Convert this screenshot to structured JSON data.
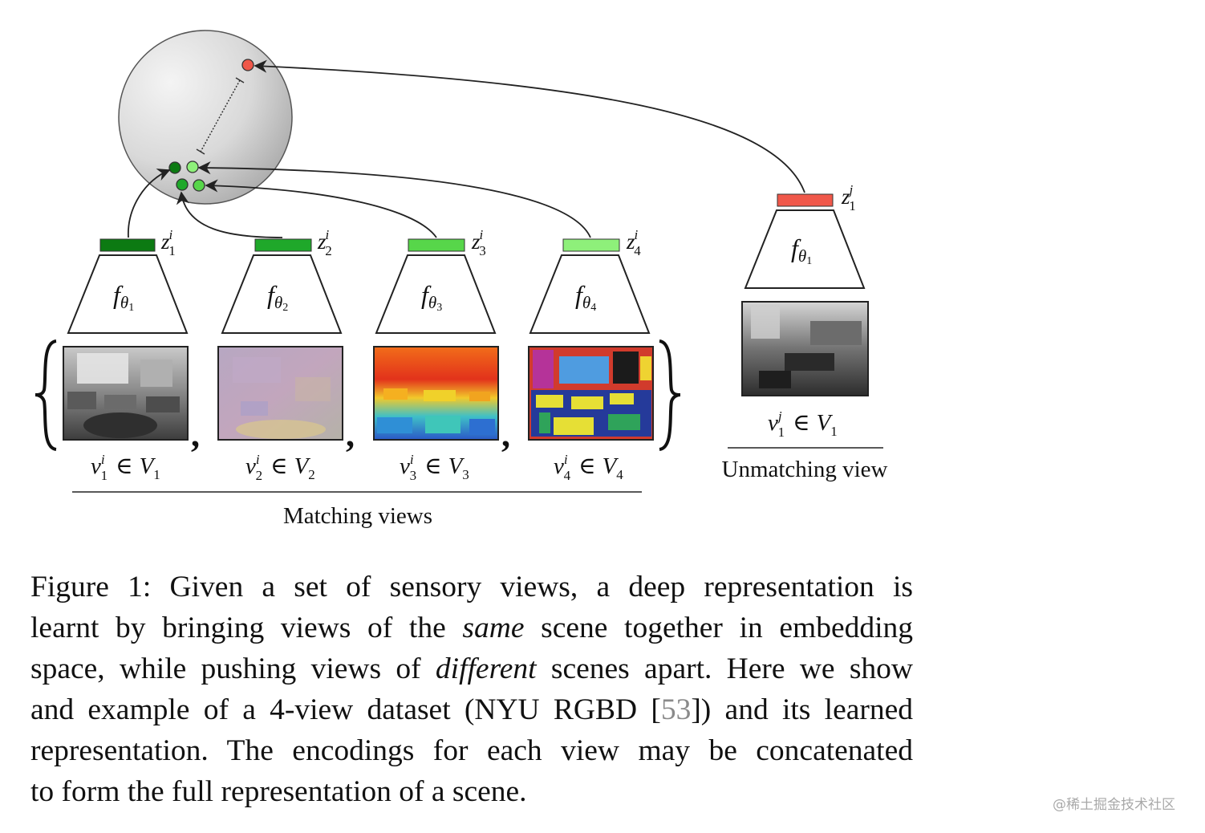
{
  "figure": {
    "encoders": [
      {
        "label": "f",
        "sub": "θ",
        "subsub": "1",
        "z": "z",
        "zsup": "i",
        "zsub": "1",
        "color": "#0c7a12"
      },
      {
        "label": "f",
        "sub": "θ",
        "subsub": "2",
        "z": "z",
        "zsup": "i",
        "zsub": "2",
        "color": "#1fa82a"
      },
      {
        "label": "f",
        "sub": "θ",
        "subsub": "3",
        "z": "z",
        "zsup": "i",
        "zsub": "3",
        "color": "#57d64a"
      },
      {
        "label": "f",
        "sub": "θ",
        "subsub": "4",
        "z": "z",
        "zsup": "i",
        "zsub": "4",
        "color": "#8ef07a"
      }
    ],
    "unmatching_encoder": {
      "label": "f",
      "sub": "θ",
      "subsub": "1",
      "z": "z",
      "zsup": "j",
      "zsub": "1",
      "color": "#f0584a"
    },
    "views": [
      {
        "v": "v",
        "vsup": "i",
        "vsub": "1",
        "rel": "∈",
        "set": "V",
        "setsub": "1",
        "image": "grayscale classroom photo"
      },
      {
        "v": "v",
        "vsup": "i",
        "vsub": "2",
        "rel": "∈",
        "set": "V",
        "setsub": "2",
        "image": "surface normals map"
      },
      {
        "v": "v",
        "vsup": "i",
        "vsub": "3",
        "rel": "∈",
        "set": "V",
        "setsub": "3",
        "image": "depth map"
      },
      {
        "v": "v",
        "vsup": "i",
        "vsub": "4",
        "rel": "∈",
        "set": "V",
        "setsub": "4",
        "image": "semantic segmentation"
      }
    ],
    "unmatching_view": {
      "v": "v",
      "vsup": "j",
      "vsub": "1",
      "rel": "∈",
      "set": "V",
      "setsub": "1",
      "image": "grayscale living room photo"
    },
    "comma": ",",
    "matching_label": "Matching views",
    "unmatching_label": "Unmatching view",
    "colors": {
      "sphere_light": "#f2f2f2",
      "sphere_dark": "#a9a9a9",
      "unmatching_point": "#f0584a",
      "edge": "#222222"
    }
  },
  "caption": {
    "figure_label": "Figure 1:",
    "line1_rest": "Given a set of sensory views, a deep representation is",
    "line2_a": "learnt by bringing views of the",
    "line2_em": "same",
    "line2_b": "scene together in embedding",
    "line3_a": "space, while pushing views of",
    "line3_em": "different",
    "line3_b": "scenes apart. Here we show",
    "line4_a": "and example of a 4-view dataset (NYU RGBD [",
    "line4_cite": "53",
    "line4_b": "]) and its learned",
    "line5": "representation. The encodings for each view may be concatenated",
    "line6": "to form the full representation of a scene."
  },
  "watermark": "@稀土掘金技术社区"
}
